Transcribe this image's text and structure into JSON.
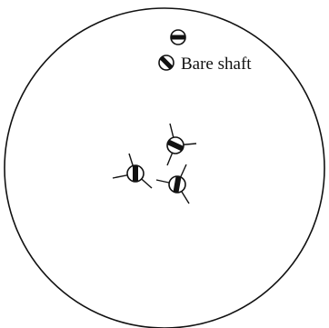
{
  "diagram": {
    "label": "Bare shaft",
    "colors": {
      "ink": "#111111",
      "background": "#ffffff",
      "fill": "#ffffff"
    },
    "markers": [
      {
        "name": "bare-shaft-marker-top",
        "type": "bare-shaft",
        "rotation": 0
      },
      {
        "name": "bare-shaft-marker-legend",
        "type": "bare-shaft",
        "rotation": 45
      },
      {
        "name": "fletched-arrow-marker-upper",
        "type": "fletched-arrow",
        "rotation": 0
      },
      {
        "name": "fletched-arrow-marker-left",
        "type": "fletched-arrow",
        "rotation": -60
      },
      {
        "name": "fletched-arrow-marker-right",
        "type": "fletched-arrow",
        "rotation": 10
      }
    ]
  }
}
